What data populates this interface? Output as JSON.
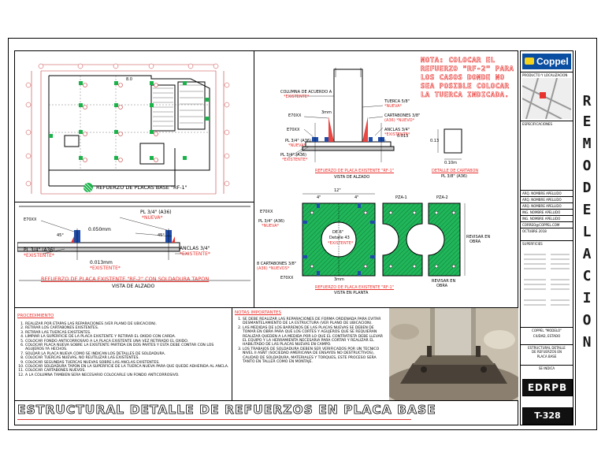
{
  "brand": {
    "logo_text": "Coppel",
    "brand_color": "#0a4ea2",
    "accent_yellow": "#f5d21c"
  },
  "title_block": {
    "location_label": "PRODUCTO Y LOCALIZACION",
    "specs_label": "ESPECIFICACIONES",
    "surfaces_label": "SUPERFICIES",
    "names": [
      "ARQ. NOMBRE APELLIDO",
      "ARQ. NOMBRE APELLIDO",
      "ARQ. NOMBRE APELLIDO",
      "ING. NOMBRE APELLIDO",
      "ING. NOMBRE APELLIDO",
      "CORREO@COPPEL.COM",
      "OCTUBRE 2018"
    ],
    "project_lines": [
      "COPPEL \"MODELO\"",
      "CIUDAD, ESTADO"
    ],
    "sheet_desc": [
      "ESTRUCTURAL DETALLE",
      "DE REFUERZOS EN",
      "PLACA BASE"
    ],
    "sheet_sub": "SE INDICA",
    "code": "EDRPB",
    "sheet_number": "T-328",
    "vertical_word": [
      "R",
      "E",
      "M",
      "O",
      "D",
      "E",
      "L",
      "A",
      "C",
      "I",
      "O",
      "N"
    ]
  },
  "plan": {
    "caption": "REFUERZO DE PLACAS BASE \"RF-1\"",
    "dim_label": "8.0"
  },
  "note_top": [
    "NOTA: COLOCAR EL",
    "REFUERZO \"RF-2\" PARA",
    "LOS CASOS DONDE NO",
    "SEA POSIBLE COLOCAR",
    "LA TUERCA INDICADA."
  ],
  "elevation_rf1": {
    "labels": [
      "COLUMNA DE ACUERDO A",
      "*EXISTENTE*",
      "TUERCA 5/8\"",
      "*NUEVA*",
      "E70XX",
      "E70XX",
      "CARTABONES 3/8\"",
      "(A36) *NUEVO*",
      "ANCLAS 3/4\"",
      "*EXISTENTE*",
      "PL 3/4\" (A36)",
      "*NUEVA*",
      "PL 3/4\" (A36)",
      "*EXISTENTE*",
      "0.013",
      "3mm"
    ],
    "caption": "REFUERZO DE PLACA EXISTENTE \"RF-1\"",
    "sub": "VISTA DE ALZADO"
  },
  "cartabon": {
    "caption": "DETALLE DE CARTABON",
    "sub": "PL 3/8\" (A36)",
    "dim_h": "0.13",
    "dim_w": "0.10m"
  },
  "plan_rf1": {
    "dims_top": [
      "12\"",
      "4\"",
      "4\""
    ],
    "center_label": [
      "DE 6\"",
      "Detalle 43",
      "*EXISTENTE*"
    ],
    "left_labels": [
      "E70XX",
      "PL 3/4\" (A36)",
      "*NUEVA*",
      "8 CARTABONES 3/8\"",
      "(A36) *NUEVOS*",
      "E70XX"
    ],
    "pza1": "PZA-1",
    "pza2": "PZA-2",
    "side_label": [
      "REVISAR EN",
      "OBRA"
    ],
    "bottom_dim": "3mm",
    "revisar": [
      "REVISAR EN",
      "OBRA"
    ],
    "caption": "REFUERZO DE PLACA EXISTENTE \"RF-1\"",
    "sub": "VISTA EN PLANTA"
  },
  "elevation_rf2": {
    "labels": [
      "E70XX",
      "PL 3/4\" (A36)",
      "*NUEVA*",
      "0.050mm",
      "45°",
      "ANCLAS 3/4\"",
      "*EXISTENTE*",
      "PL 3/4\" (A36)",
      "*EXISTENTE*",
      "0.013mm",
      "*EXISTENTE*",
      "45°"
    ],
    "caption": "REFUERZO DE PLACA EXISTENTE \"RF-2\" CON SOLDADURA TAPON",
    "sub": "VISTA DE ALZADO"
  },
  "procedure": {
    "title": "PROCEDIMIENTO",
    "items": [
      "REALIZAR POR ETAPAS LAS REPARACIONES (VER PLANO DE UBICACION).",
      "RETIRAR LOS CARTABONES EXISTENTES.",
      "RETIRAR LAS TUERCAS EXISTENTES.",
      "LIMPIAR LA SUPERFICIE DE LA PLACA EXISTENTE Y RETIRAR EL OXIDO CON CARDA.",
      "COLOCAR FONDO ANTICORROSIVO A LA PLACA EXISTENTE UNA VEZ RETIRADO EL OXIDO.",
      "COLOCAR PLACA NUEVA SOBRE LA EXISTENTE PARTIDA EN DOS PARTES Y ESTA DEBE CONTAR CON LOS AGUJEROS YA HECHOS.",
      "SOLDAR LA PLACA NUEVA COMO SE INDICAN LOS DETALLES DE SOLDADURA.",
      "COLOCAR TUERCAS NUEVAS, NO REUTILIZAR LAS EXISTENTES.",
      "COLOCAR SEGUNDAS TUERCAS NUEVAS SOBRE LAS ANCLAS EXISTENTES.",
      "COLOCAR SOLDADURA TAPON EN LA SUPERFICIE DE LA TUERCA NUEVA PARA QUE QUEDE ADHERIDA AL ANCLA.",
      "COLOCAR CARTABONES NUEVOS.",
      "A LA COLUMNA TAMBIEN SERA NECESARIO COLOCARLE UN FONDO ANTICORROSIVO."
    ]
  },
  "important_notes": {
    "title": "NOTAS IMPORTANTES",
    "items": [
      "SE DEBE REALIZAR LAS REPARACIONES DE FORMA ORDENADA PARA EVITAR DESMANTELAMIENTO DE LA ESTRUCTURA (VER PLANO DE UBICACION).",
      "LAS MEDIDAS DE LOS BARRENOS DE LAS PLACAS NUEVAS SE DEBEN DE TOMAR EN OBRA PARA QUE LOS CORTES Y AGUJEROS QUE SE REQUIERAN REALIZAR QUEDEN A LA MEDIDA POR LO QUE EL CONTRATISTA DEBE LLEVAR EL EQUIPO Y LA HERRAMIENTA NECESARIA PARA CORTAR Y REALIZAR EL HABILITADO DE LAS PLACAS NUEVAS EN CAMPO.",
      "LOS TRABAJOS DE SOLDADURA DEBEN SER VERIFICADOS POR UN TECNICO NIVEL II ASNT (SOCIEDAD AMERICANA DE ENSAYOS NO DESTRUCTIVOS), CALIDAD DE SOLDADURA, MATERIALES Y TORQUES, ESTE PROCESO SERA TANTO EN TALLER COMO EN MONTAJE."
    ]
  },
  "main_title": "ESTRUCTURAL DETALLE DE REFUERZOS EN PLACA BASE"
}
